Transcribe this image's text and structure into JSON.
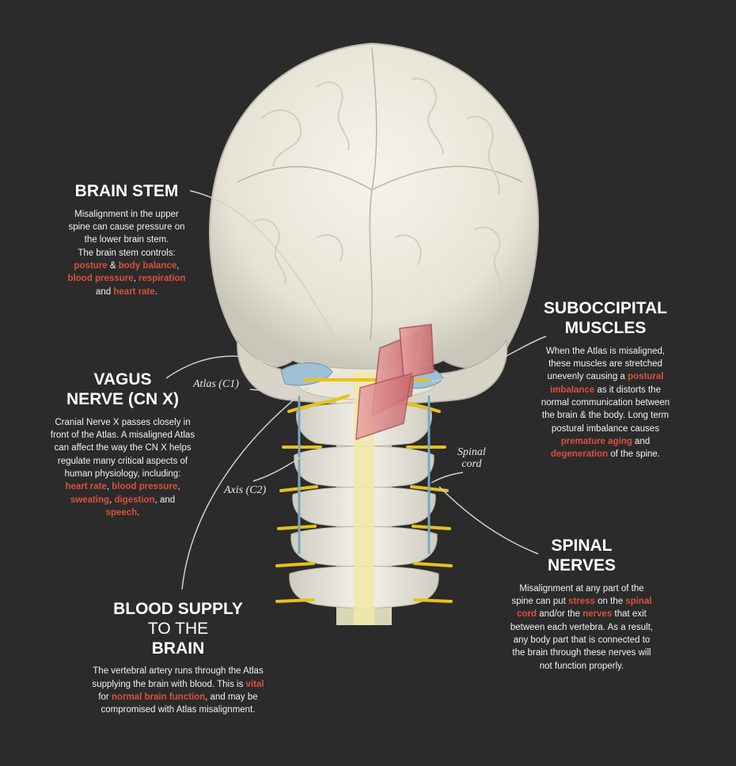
{
  "colors": {
    "background": "#2b2b2b",
    "highlight": "#d9513d",
    "text": "#ffffff"
  },
  "brain_stem": {
    "title": "BRAIN STEM",
    "l1": "Misalignment in the upper",
    "l2": "spine can cause pressure on",
    "l3": "the lower brain stem.",
    "l4": "The brain stem controls:",
    "h_posture": "posture",
    "amp": " & ",
    "h_balance": "body balance",
    "comma": ",",
    "h_bp": "blood pressure",
    "comma2": ", ",
    "h_resp": "respiration",
    "and": "and ",
    "h_hr": "heart rate",
    "period": "."
  },
  "vagus": {
    "title1": "VAGUS",
    "title2": "NERVE (CN X)",
    "l1": "Cranial Nerve X passes closely in",
    "l2": "front of the Atlas. A misaligned Atlas",
    "l3": "can affect the way the CN X helps",
    "l4": "regulate many critical aspects of",
    "l5": "human physiology, including:",
    "h_hr": "heart rate",
    "c1": ", ",
    "h_bp": "blood pressure",
    "c2": ",",
    "h_sweat": "sweating",
    "c3": ", ",
    "h_dig": "digestion",
    "c4": ", and",
    "h_speech": "speech",
    "period": "."
  },
  "blood": {
    "title1": "BLOOD SUPPLY",
    "title2a": "TO THE ",
    "title2b": "BRAIN",
    "l1": "The vertebral artery runs through the Atlas",
    "l2a": "supplying the brain with blood. This is ",
    "h_vital": "vital",
    "l3a": "for ",
    "h_nbf": "normal brain function",
    "l3b": ", and may be",
    "l4": "compromised with Atlas misalignment."
  },
  "suboccipital": {
    "title1": "SUBOCCIPITAL",
    "title2": "MUSCLES",
    "l1": "When the Atlas is misaligned,",
    "l2": "these muscles are stretched",
    "l3a": "unevenly causing a ",
    "h_postural": "postural",
    "h_imbalance": "imbalance",
    "l4b": " as it distorts the",
    "l5": "normal communication between",
    "l6": "the brain & the body. Long term",
    "l7": "postural imbalance causes",
    "h_aging": "premature aging",
    "l8b": " and",
    "h_degen": "degeneration",
    "l9b": " of the spine."
  },
  "spinal_nerves": {
    "title1": "SPINAL",
    "title2": "NERVES",
    "l1": "Misalignment at any part of the",
    "l2a": "spine can put ",
    "h_stress": "stress",
    "l2b": " on the ",
    "h_spinal": "spinal",
    "h_cord": "cord",
    "l3b": " and/or the ",
    "h_nerves": "nerves",
    "l3c": " that exit",
    "l4": "between each vertebra. As a result,",
    "l5": "any body part that is connected to",
    "l6": "the brain through these nerves will",
    "l7": "not function properly."
  },
  "labels": {
    "atlas": "Atlas (C1)",
    "axis": "Axis (C2)",
    "spinal1": "Spinal",
    "spinal2": "cord"
  }
}
